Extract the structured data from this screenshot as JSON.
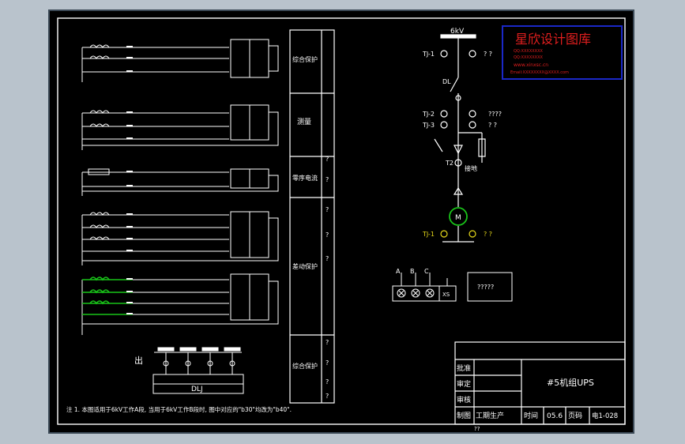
{
  "viewport": {
    "background": "#b9c3cc",
    "sheet_color": "#000000",
    "line_color": "#ffffff",
    "accent_green": "#19c419",
    "accent_yellow": "#e6d81a",
    "stamp_color": "#e01e1e",
    "stamp_border": "#1a28c8"
  },
  "stamp": {
    "title": "星欣设计图库",
    "line1": "QQ:XXXXXXXX",
    "line2": "QQ:XXXXXXXX",
    "url": "www.xinxsc.cn",
    "email": "Email:XXXXXXXX@XXXX.com"
  },
  "single_line": {
    "bus_label": "6kV",
    "ct_top": "TJ-1",
    "ct_top_note": "? ?",
    "switch": "DL",
    "ct_mid_a": "TJ-2",
    "ct_mid_a_note": "????",
    "ct_mid_b": "TJ-3",
    "ct_mid_b_note": "? ?",
    "ground": "T2",
    "ground_note": "接地",
    "motor": "M",
    "ct_bottom": "TJ-1",
    "ct_bottom_note": "? ?"
  },
  "protection_table": {
    "rows": [
      {
        "name": "综合保护",
        "marks": [
          "",
          ""
        ]
      },
      {
        "name": "测量",
        "marks": [
          "",
          ""
        ]
      },
      {
        "name": "零序电流",
        "marks": [
          "?",
          "?"
        ]
      },
      {
        "name": "差动保护",
        "marks": [
          "?",
          "?",
          "?"
        ]
      },
      {
        "name": "综合保护",
        "marks": [
          "?",
          "?",
          "?",
          "?"
        ]
      }
    ]
  },
  "terminal": {
    "phases": [
      "A",
      "B",
      "C"
    ],
    "label": "XS",
    "box_label": "?????"
  },
  "bottom_block": {
    "side_label": "出",
    "box_label": "DLJ"
  },
  "note": "注 1. 本图适用于6kV工作A段, 当用于6kV工作B段时, 图中对应的\"b30\"均改为\"b40\".",
  "title_block": {
    "labels": [
      "批准",
      "审定",
      "审核",
      "制图"
    ],
    "stage": "工期生产",
    "stage_extra": "??",
    "title": "#5机组UPS",
    "time_label": "时间",
    "time_value": "05.6",
    "page_label": "页码",
    "page_value": "电1-028"
  }
}
